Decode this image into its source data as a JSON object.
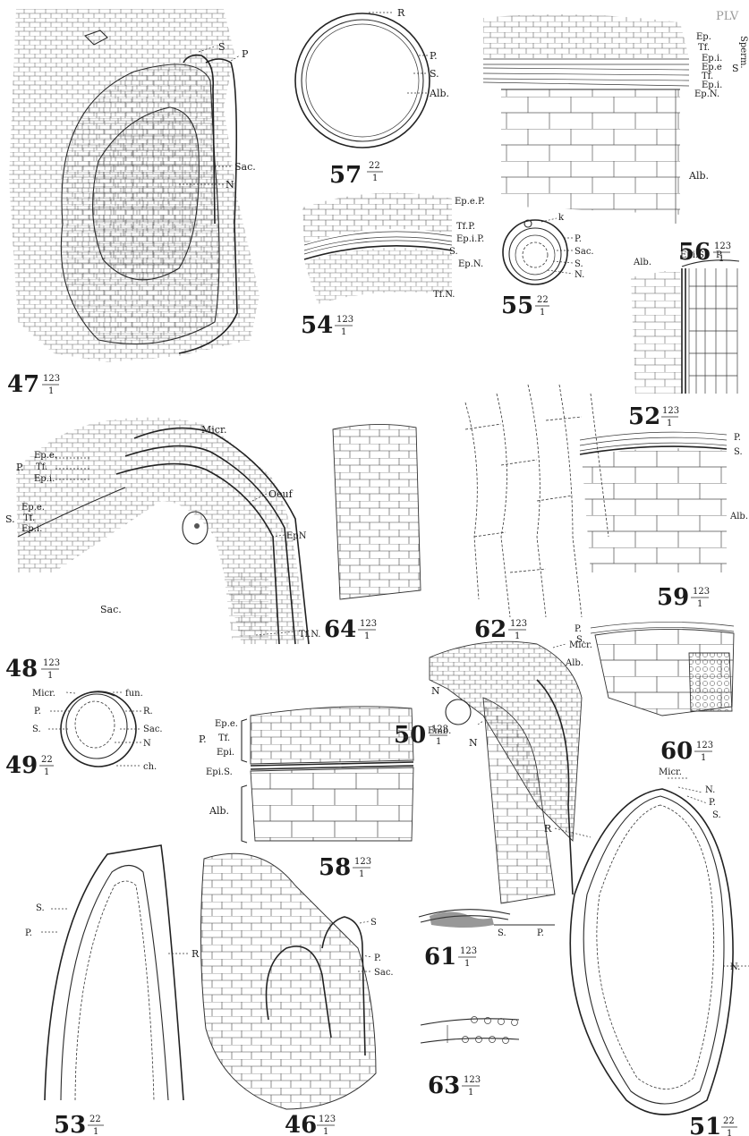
{
  "plate": {
    "number": "PLV"
  },
  "figures": [
    {
      "id": "fig47",
      "number": "47",
      "scale_num": "123",
      "scale_den": "1",
      "labels": [
        "S",
        "P",
        "Sac.",
        "N"
      ]
    },
    {
      "id": "fig57",
      "number": "57",
      "scale_num": "22",
      "scale_den": "1",
      "labels": [
        "R",
        "P.",
        "S.",
        "Alb."
      ]
    },
    {
      "id": "fig56",
      "number": "56",
      "scale_num": "123",
      "scale_den": "1",
      "labels": [
        "Ep.",
        "Tf.",
        "Ep.i.",
        "Ep.e",
        "Tf.",
        "Ep.i.",
        "Ep.N.",
        "S",
        "Sperm.",
        "Alb."
      ]
    },
    {
      "id": "fig54",
      "number": "54",
      "scale_num": "123",
      "scale_den": "1",
      "labels": [
        "Ep.e.P.",
        "Tf.P.",
        "Ep.i.P.",
        "S.",
        "Ep.N.",
        "Tf.N."
      ]
    },
    {
      "id": "fig55",
      "number": "55",
      "scale_num": "22",
      "scale_den": "1",
      "labels": [
        "k",
        "P.",
        "Sac.",
        "S.",
        "N."
      ]
    },
    {
      "id": "fig52",
      "number": "52",
      "scale_num": "123",
      "scale_den": "1",
      "labels": [
        "Alb.",
        "Epi.S.",
        "P."
      ]
    },
    {
      "id": "fig48",
      "number": "48",
      "scale_num": "123",
      "scale_den": "1",
      "labels": [
        "Micr.",
        "Ep.e.",
        "Tf.",
        "Ep.i.",
        "P.",
        "Ep.e.",
        "Tf.",
        "Ep.i.",
        "S.",
        "Oeuf",
        "EpN",
        "Sac.",
        "Tf.N."
      ]
    },
    {
      "id": "fig64",
      "number": "64",
      "scale_num": "123",
      "scale_den": "1",
      "labels": []
    },
    {
      "id": "fig62",
      "number": "62",
      "scale_num": "123",
      "scale_den": "1",
      "labels": []
    },
    {
      "id": "fig59",
      "number": "59",
      "scale_num": "123",
      "scale_den": "1",
      "labels": [
        "P.",
        "S.",
        "Alb."
      ]
    },
    {
      "id": "fig50",
      "number": "50",
      "scale_num": "123",
      "scale_den": "1",
      "labels": [
        "Micr.",
        "N",
        "Emb.",
        "N",
        "S.",
        "P."
      ]
    },
    {
      "id": "fig60",
      "number": "60",
      "scale_num": "123",
      "scale_den": "1",
      "labels": [
        "P.",
        "S.",
        "Alb."
      ]
    },
    {
      "id": "fig49",
      "number": "49",
      "scale_num": "22",
      "scale_den": "1",
      "labels": [
        "Micr.",
        "fun.",
        "P.",
        "R.",
        "S.",
        "Sac.",
        "N",
        "ch."
      ]
    },
    {
      "id": "fig58",
      "number": "58",
      "scale_num": "123",
      "scale_den": "1",
      "labels": [
        "Ep.e.",
        "Tf.",
        "Epi.",
        "P.",
        "Epi.S.",
        "Alb."
      ]
    },
    {
      "id": "fig51",
      "number": "51",
      "scale_num": "22",
      "scale_den": "1",
      "labels": [
        "Micr.",
        "N.",
        "P.",
        "S.",
        "R",
        "N."
      ]
    },
    {
      "id": "fig53",
      "number": "53",
      "scale_num": "22",
      "scale_den": "1",
      "labels": [
        "S.",
        "P.",
        "R"
      ]
    },
    {
      "id": "fig46",
      "number": "46",
      "scale_num": "123",
      "scale_den": "1",
      "labels": [
        "S",
        "P.",
        "Sac."
      ]
    },
    {
      "id": "fig61",
      "number": "61",
      "scale_num": "123",
      "scale_den": "1",
      "labels": []
    },
    {
      "id": "fig63",
      "number": "63",
      "scale_num": "123",
      "scale_den": "1",
      "labels": []
    }
  ]
}
